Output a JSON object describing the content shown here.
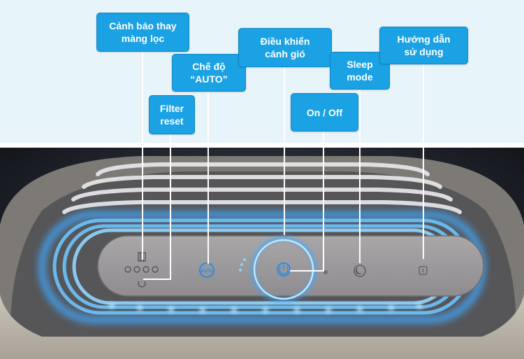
{
  "colors": {
    "callout_bg": "#1aa2e4",
    "callout_text": "#ffffff",
    "panel_bg": "#e7f4fa",
    "led_glow": "#3fa8ff"
  },
  "callouts": {
    "filter_warning": "Cảnh báo thay\nmàng lọc",
    "filter_reset": "Filter\nreset",
    "auto_mode": "Chế độ\n“AUTO”",
    "fan_control": "Điều khiển\ncánh gió",
    "on_off": "On / Off",
    "sleep_mode": "Sleep\nmode",
    "manual": "Hướng dẫn\nsử dụng"
  },
  "panel": {
    "auto_button_label": "AUTO",
    "icons": [
      "filter-indicator-icon",
      "filter-reset-icon",
      "auto-mode-icon",
      "fan-speed-icon",
      "power-icon",
      "sleep-mode-icon",
      "manual-icon"
    ]
  }
}
